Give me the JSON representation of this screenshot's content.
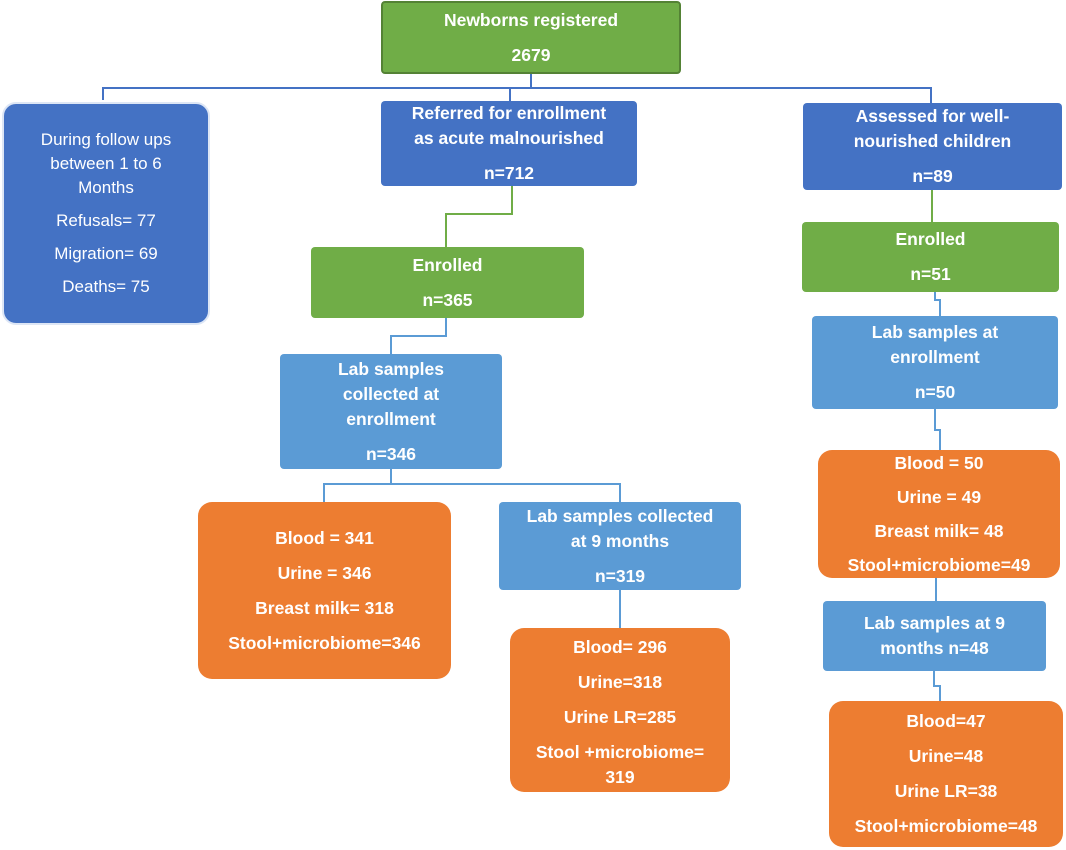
{
  "colors": {
    "green": "#70ad47",
    "dark_blue": "#4472c4",
    "light_blue": "#5b9bd5",
    "orange": "#ed7d31",
    "green_line": "#70ad47",
    "blue_line": "#4472c4"
  },
  "root": {
    "title": "Newborns registered",
    "count": "2679"
  },
  "followup": {
    "heading": [
      "During follow ups",
      "between 1 to 6",
      "Months"
    ],
    "refusals": "Refusals= 77",
    "migration": "Migration= 69",
    "deaths": "Deaths= 75"
  },
  "malnourished": {
    "referred": {
      "lines": [
        "Referred for enrollment",
        "as acute malnourished"
      ],
      "n": "n=712"
    },
    "enrolled": {
      "title": "Enrolled",
      "n": "n=365"
    },
    "lab_enrollment": {
      "lines": [
        "Lab samples",
        "collected at",
        "enrollment"
      ],
      "n": "n=346"
    },
    "enrollment_results": [
      "Blood = 341",
      "Urine = 346",
      "Breast milk= 318",
      "Stool+microbiome=346"
    ],
    "lab_9m": {
      "lines": [
        "Lab samples collected",
        "at 9 months"
      ],
      "n": "n=319"
    },
    "results_9m": [
      "Blood= 296",
      "Urine=318",
      "Urine LR=285",
      "Stool +microbiome=",
      "319"
    ]
  },
  "wellnourished": {
    "assessed": {
      "lines": [
        "Assessed for well-",
        "nourished children"
      ],
      "n": "n=89"
    },
    "enrolled": {
      "title": "Enrolled",
      "n": "n=51"
    },
    "lab_enrollment": {
      "lines": [
        "Lab samples at",
        "enrollment"
      ],
      "n": "n=50"
    },
    "enrollment_results": [
      "Blood = 50",
      "Urine = 49",
      "Breast milk= 48",
      "Stool+microbiome=49"
    ],
    "lab_9m": {
      "lines": [
        "Lab samples at 9",
        "months n=48"
      ]
    },
    "results_9m": [
      "Blood=47",
      "Urine=48",
      "Urine LR=38",
      "Stool+microbiome=48"
    ]
  }
}
